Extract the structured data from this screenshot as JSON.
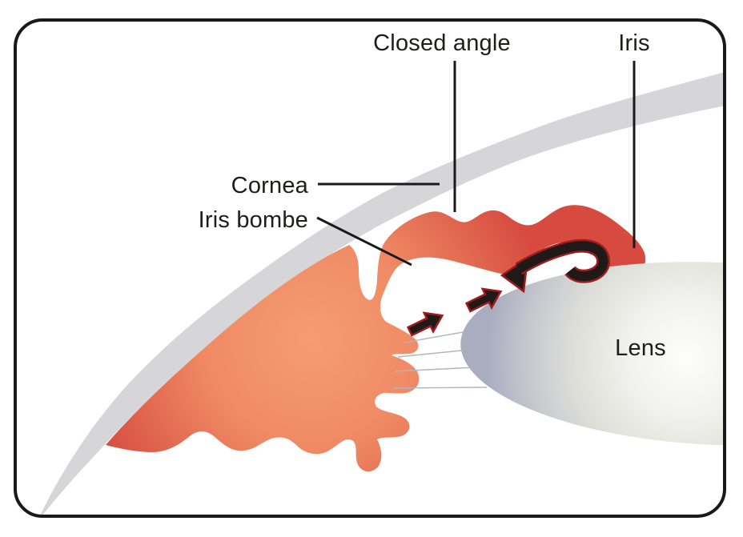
{
  "diagram": {
    "labels": {
      "closed_angle": "Closed angle",
      "iris": "Iris",
      "cornea": "Cornea",
      "iris_bombe": "Iris bombe",
      "lens": "Lens"
    },
    "colors": {
      "frame_outline": "#191919",
      "cornea_band_gray": "#d6d6d8",
      "iris_deep_red": "#d64a3f",
      "iris_mid_orange": "#ef8a64",
      "iris_light_orange": "#f59d73",
      "lens_highlight": "#fdfdfb",
      "lens_edge_blue_gray": "#aaadc0",
      "arrow_fill_black": "#1f1a17",
      "arrow_outline_dark_red": "#9e1b1e",
      "zonule_fiber_gray": "#b0b5c3",
      "label_text": "#1d1d1b"
    }
  }
}
